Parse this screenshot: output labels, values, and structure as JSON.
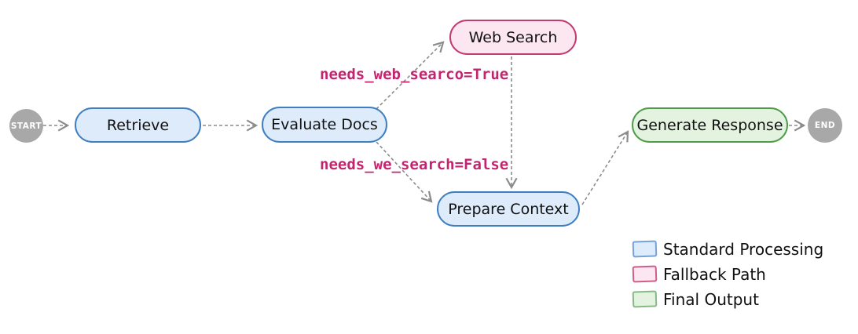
{
  "diagram": {
    "nodes": {
      "start": {
        "label": "START",
        "fill": "#a8a8a8",
        "text_color": "#ffffff"
      },
      "retrieve": {
        "label": "Retrieve",
        "fill": "#ddebfb",
        "border": "#3f7fc1"
      },
      "evaluate_docs": {
        "label": "Evaluate Docs",
        "fill": "#ddebfb",
        "border": "#3f7fc1"
      },
      "web_search": {
        "label": "Web Search",
        "fill": "#fce6ef",
        "border": "#bf3b72"
      },
      "prepare_context": {
        "label": "Prepare Context",
        "fill": "#ddebfb",
        "border": "#3f7fc1"
      },
      "generate_response": {
        "label": "Generate Response",
        "fill": "#e4f3e0",
        "border": "#4e9b4e"
      },
      "end": {
        "label": "END",
        "fill": "#a8a8a8",
        "text_color": "#ffffff"
      }
    },
    "edge_labels": {
      "to_web_search": "needs_web_searco=True",
      "to_prepare_context": "needs_we_search=False"
    },
    "edge_label_color": "#c2246e",
    "edge_color": "#8c8c8c"
  },
  "legend": {
    "items": [
      {
        "label": "Standard Processing",
        "fill": "#ddebfb",
        "border": "#74a3da"
      },
      {
        "label": "Fallback Path",
        "fill": "#fce6ef",
        "border": "#cd5e8c"
      },
      {
        "label": "Final Output",
        "fill": "#e4f3e0",
        "border": "#85b985"
      }
    ]
  }
}
